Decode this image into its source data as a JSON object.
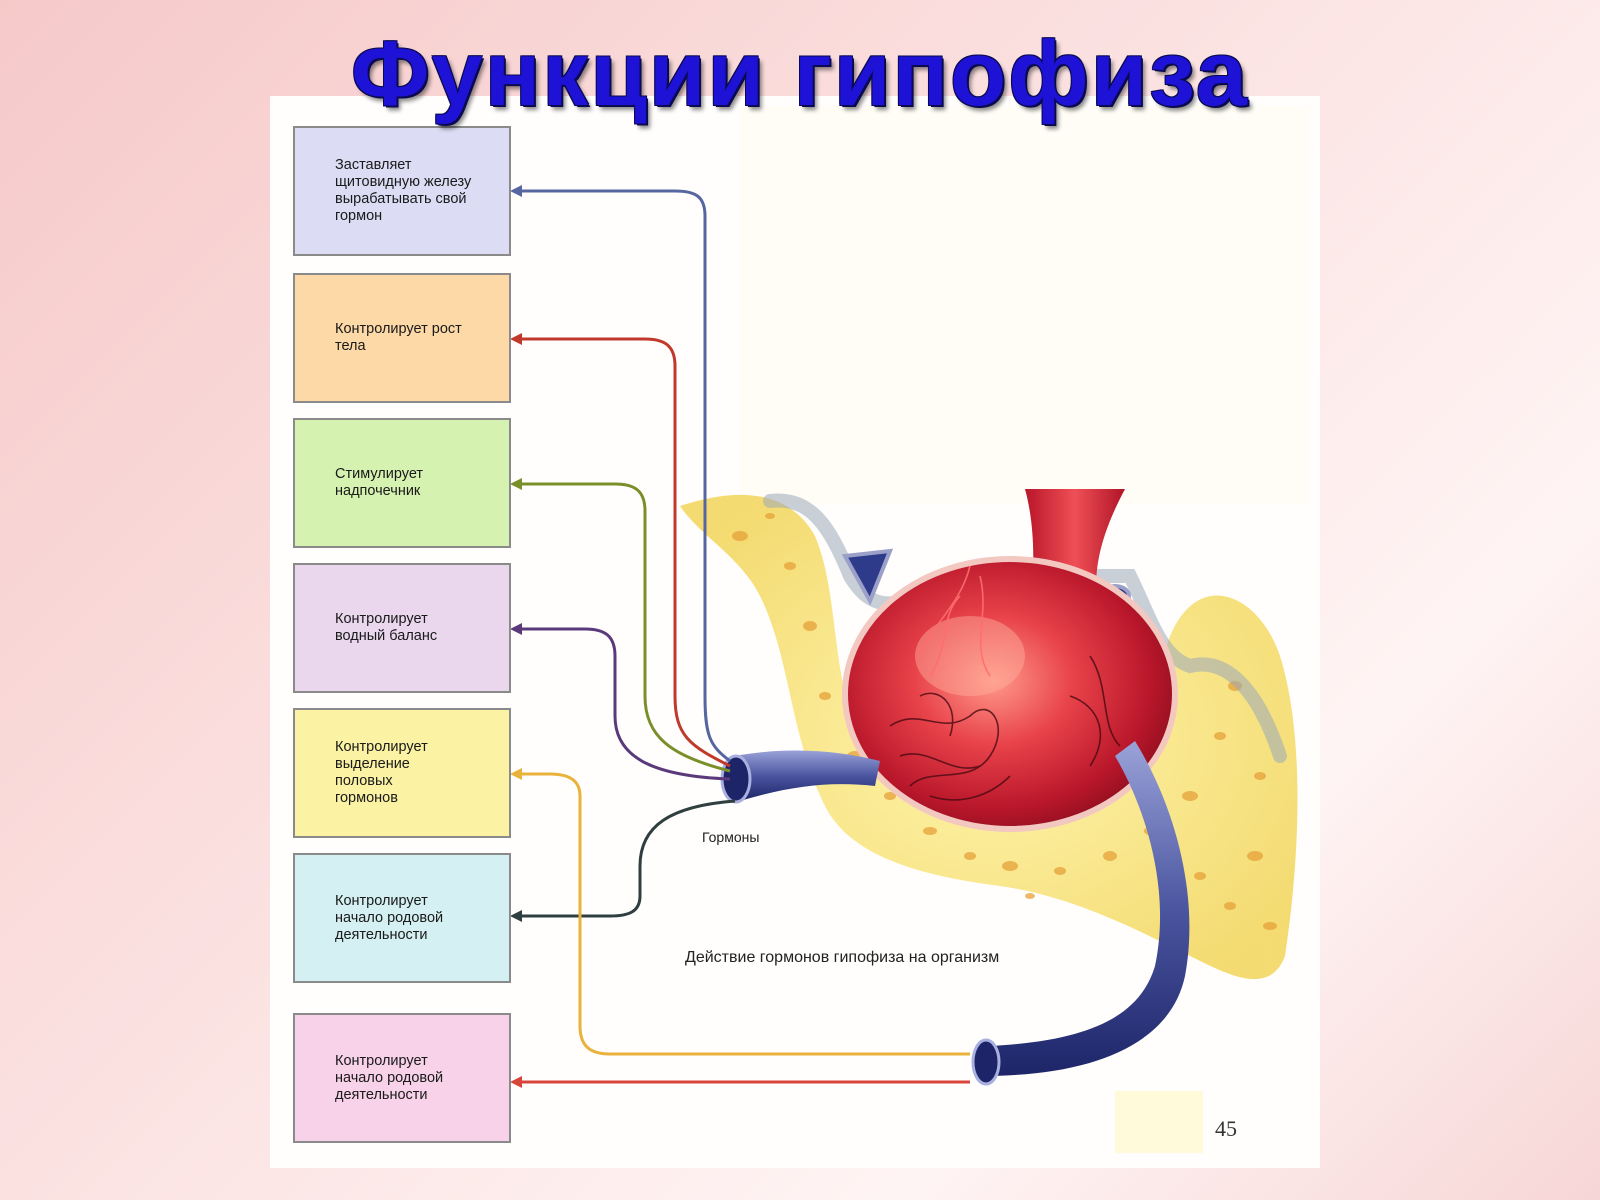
{
  "title": "Функции гипофиза",
  "boxes": [
    {
      "text": "Заставляет\nщитовидную железу\nвырабатывать свой\nгормон",
      "color": "#dcdcf4",
      "arrow_color": "#5566a0"
    },
    {
      "text": "Контролирует рост\nтела",
      "color": "#fcd9a6",
      "arrow_color": "#c0392b"
    },
    {
      "text": "Стимулирует\nнадпочечник",
      "color": "#d6f2b0",
      "arrow_color": "#7a8f2a"
    },
    {
      "text": "Контролирует\nводный баланс",
      "color": "#ead7ee",
      "arrow_color": "#5a3a7a"
    },
    {
      "text": "Контролирует\nвыделение\nполовых\nгормонов",
      "color": "#fbf2a4",
      "arrow_color": "#e9b23a"
    },
    {
      "text": "Контролирует\nначало родовой\nдеятельности",
      "color": "#d4f0f2",
      "arrow_color": "#2f3f3f"
    },
    {
      "text": "Контролирует\nначало родовой\nдеятельности",
      "color": "#f7d2e8",
      "arrow_color": "#d8453a"
    }
  ],
  "hormones_label": "Гормоны",
  "caption": "Действие гормонов гипофиза на организм",
  "page_number": "45"
}
